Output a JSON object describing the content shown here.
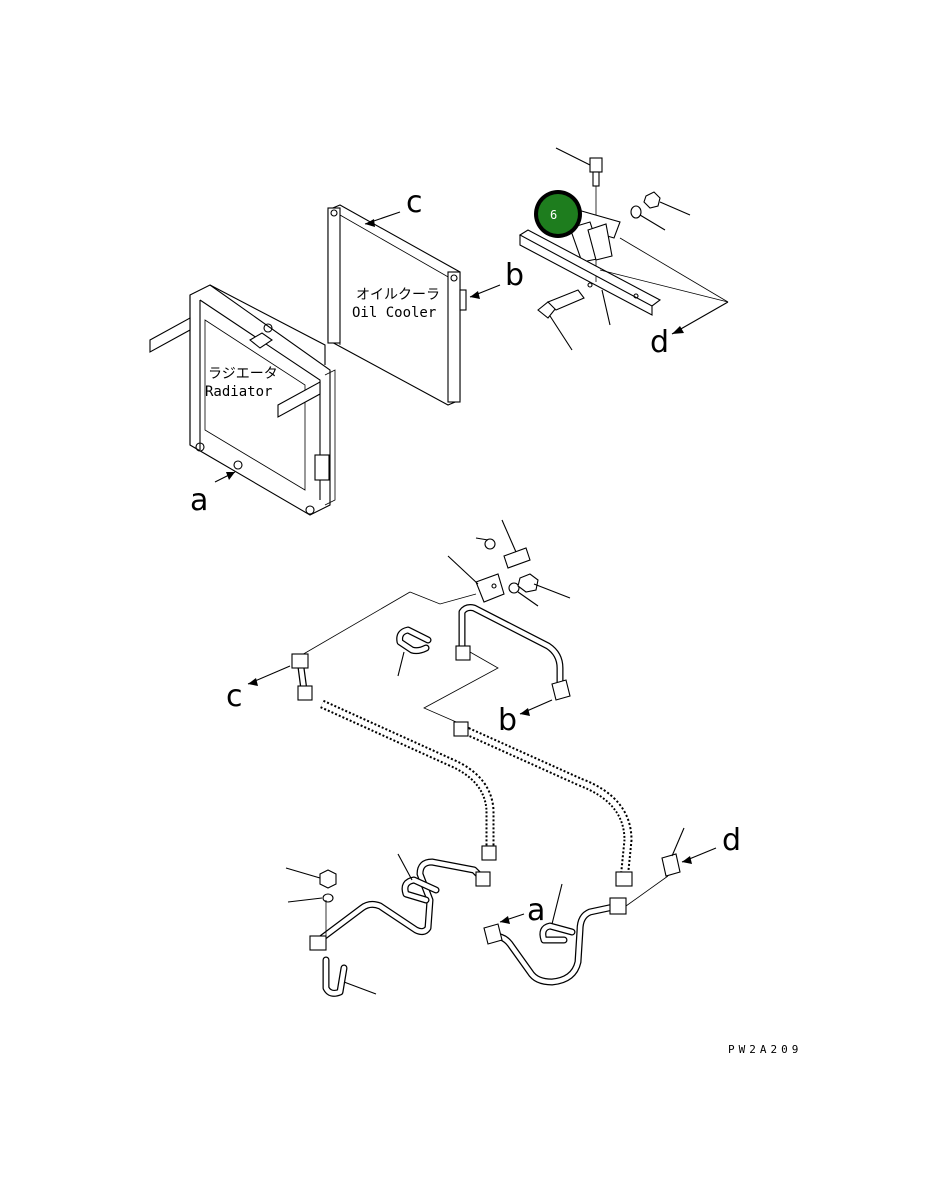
{
  "diagram": {
    "radiator_label_jp": "ラジエータ",
    "radiator_label_en": "Radiator",
    "oil_cooler_label_jp": "オイルクーラ",
    "oil_cooler_label_en": "Oil Cooler",
    "callout_badge": "6",
    "callout_color": "#1e7d1e",
    "connection_labels": {
      "a_upper": "a",
      "b_upper": "b",
      "c_upper": "c",
      "d_upper": "d",
      "a_lower": "a",
      "b_lower": "b",
      "c_lower": "c",
      "d_lower": "d"
    },
    "drawing_code": "PW2A209"
  }
}
